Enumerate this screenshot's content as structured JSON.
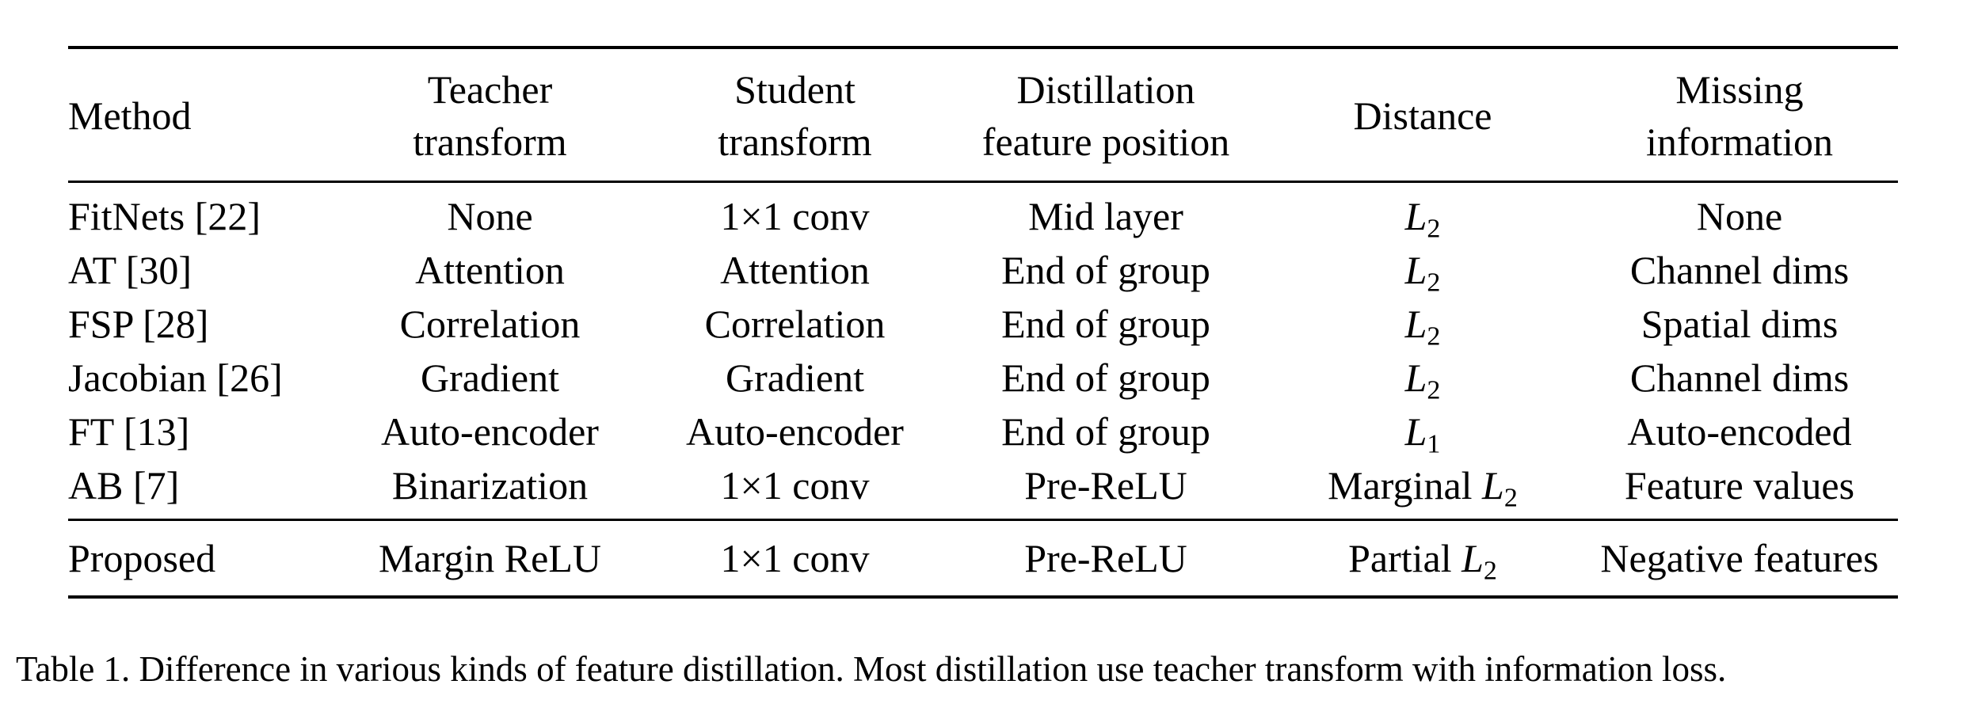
{
  "table": {
    "headers": [
      "Method",
      "Teacher\ntransform",
      "Student\ntransform",
      "Distillation\nfeature position",
      "Distance",
      "Missing\ninformation"
    ],
    "rows": [
      [
        "FitNets [22]",
        "None",
        "1×1 conv",
        "Mid layer",
        "L|2",
        "None"
      ],
      [
        "AT [30]",
        "Attention",
        "Attention",
        "End of group",
        "L|2",
        "Channel dims"
      ],
      [
        "FSP [28]",
        "Correlation",
        "Correlation",
        "End of group",
        "L|2",
        "Spatial dims"
      ],
      [
        "Jacobian [26]",
        "Gradient",
        "Gradient",
        "End of group",
        "L|2",
        "Channel dims"
      ],
      [
        "FT [13]",
        "Auto-encoder",
        "Auto-encoder",
        "End of group",
        "L|1",
        "Auto-encoded"
      ],
      [
        "AB [7]",
        "Binarization",
        "1×1 conv",
        "Pre-ReLU",
        "Marginal L|2",
        "Feature values"
      ]
    ],
    "proposed": [
      "Proposed",
      "Margin ReLU",
      "1×1 conv",
      "Pre-ReLU",
      "Partial L|2",
      "Negative features"
    ]
  },
  "caption": "Table 1. Difference in various kinds of feature distillation. Most distillation use teacher transform with information loss."
}
